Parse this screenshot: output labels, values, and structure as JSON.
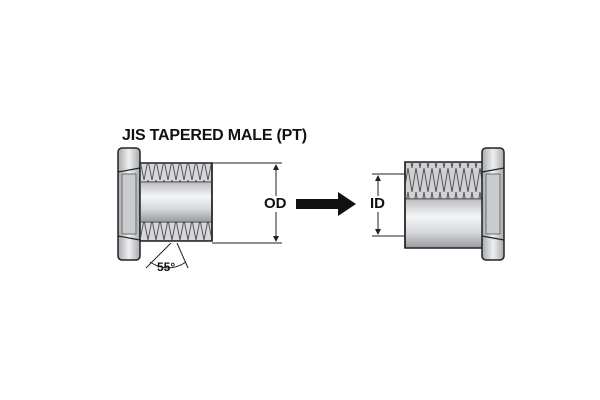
{
  "diagram": {
    "title": "JIS TAPERED MALE (PT)",
    "labels": {
      "outer_diameter": "OD",
      "inner_diameter": "ID",
      "thread_angle": "55°"
    },
    "connector": "arrow-right"
  }
}
